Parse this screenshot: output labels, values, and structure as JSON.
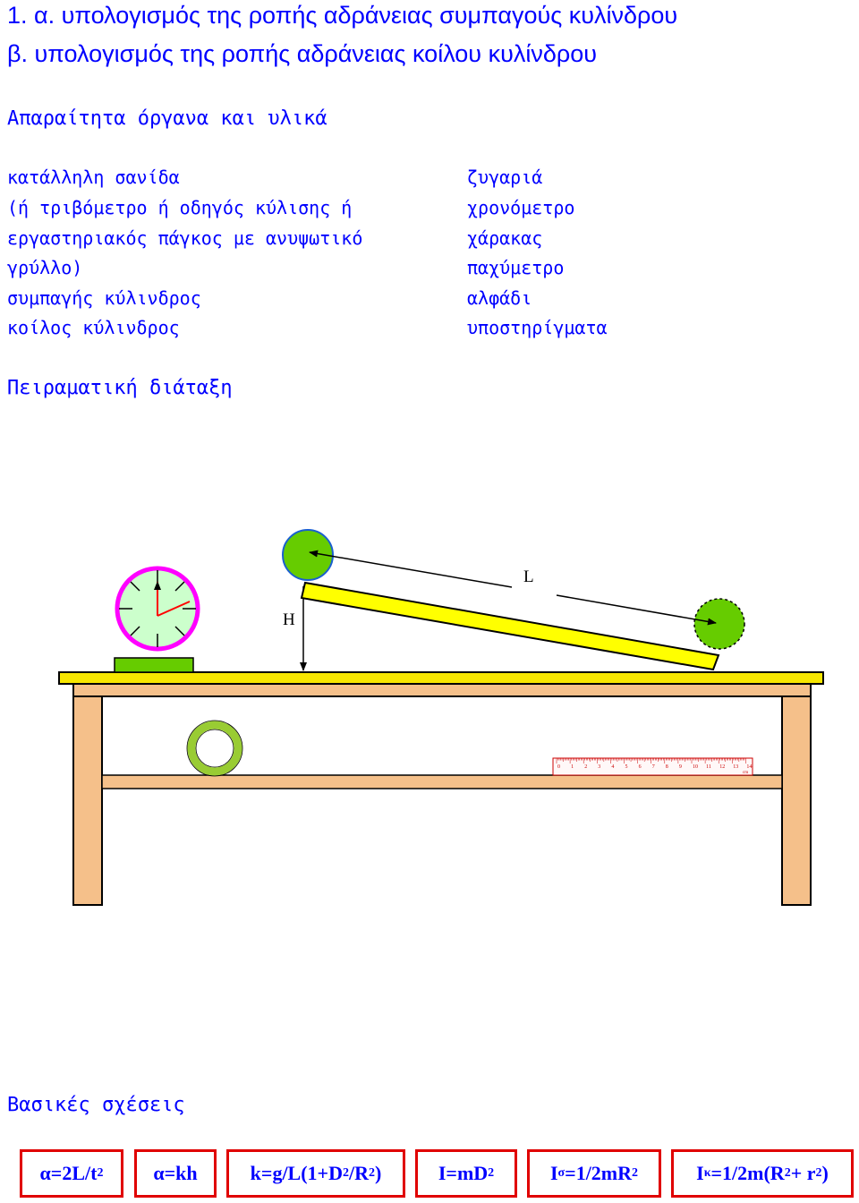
{
  "title": {
    "line1": "1.  α. υπολογισμός της ροπής αδράνειας συμπαγούς κυλίνδρου",
    "line2": "β. υπολογισμός της ροπής αδράνειας κοίλου κυλίνδρου"
  },
  "materials": {
    "heading": "Απαραίτητα όργανα και υλικά",
    "left": [
      "κατάλληλη σανίδα",
      "(ή τριβόμετρο ή οδηγός κύλισης ή",
      "εργαστηριακός πάγκος με ανυψωτικό",
      "γρύλλο)",
      "συμπαγής κύλινδρος",
      "κοίλος κύλινδρος"
    ],
    "right": [
      "ζυγαριά",
      "χρονόμετρο",
      "χάρακας",
      "παχύμετρο",
      "αλφάδι",
      "υποστηρίγματα"
    ]
  },
  "setup": {
    "heading": "Πειραματική διάταξη",
    "label_L": "L",
    "label_H": "H",
    "ruler_ticks": [
      "0",
      "1",
      "2",
      "3",
      "4",
      "5",
      "6",
      "7",
      "8",
      "9",
      "10",
      "11",
      "12",
      "13",
      "14"
    ],
    "ruler_unit": "cm"
  },
  "relations": {
    "heading": "Βασικές σχέσεις",
    "f1": {
      "a": "α=2L/t",
      "sup": "2"
    },
    "f2": {
      "a": "α=kh"
    },
    "f3": {
      "a": "k=g/L(1+D",
      "sup1": "2",
      "b": "/R",
      "sup2": "2",
      "c": ")"
    },
    "f4": {
      "a": "I=mD",
      "sup": "2"
    },
    "f5": {
      "a": "I",
      "sub": "σ",
      "b": "=1/2mR",
      "sup": "2"
    },
    "f6": {
      "a": "I",
      "sub": "κ",
      "b": "=1/2m(R",
      "sup1": "2",
      "c": "+ r",
      "sup2": "2",
      "d": ")"
    }
  },
  "colors": {
    "text": "#0000ff",
    "formula_border": "#e00000",
    "table": "#f5c08a",
    "table_top": "#f7e600",
    "cylinder": "#66cc00",
    "clock_rim": "#ff00ff",
    "clock_face": "#ccffcc"
  }
}
